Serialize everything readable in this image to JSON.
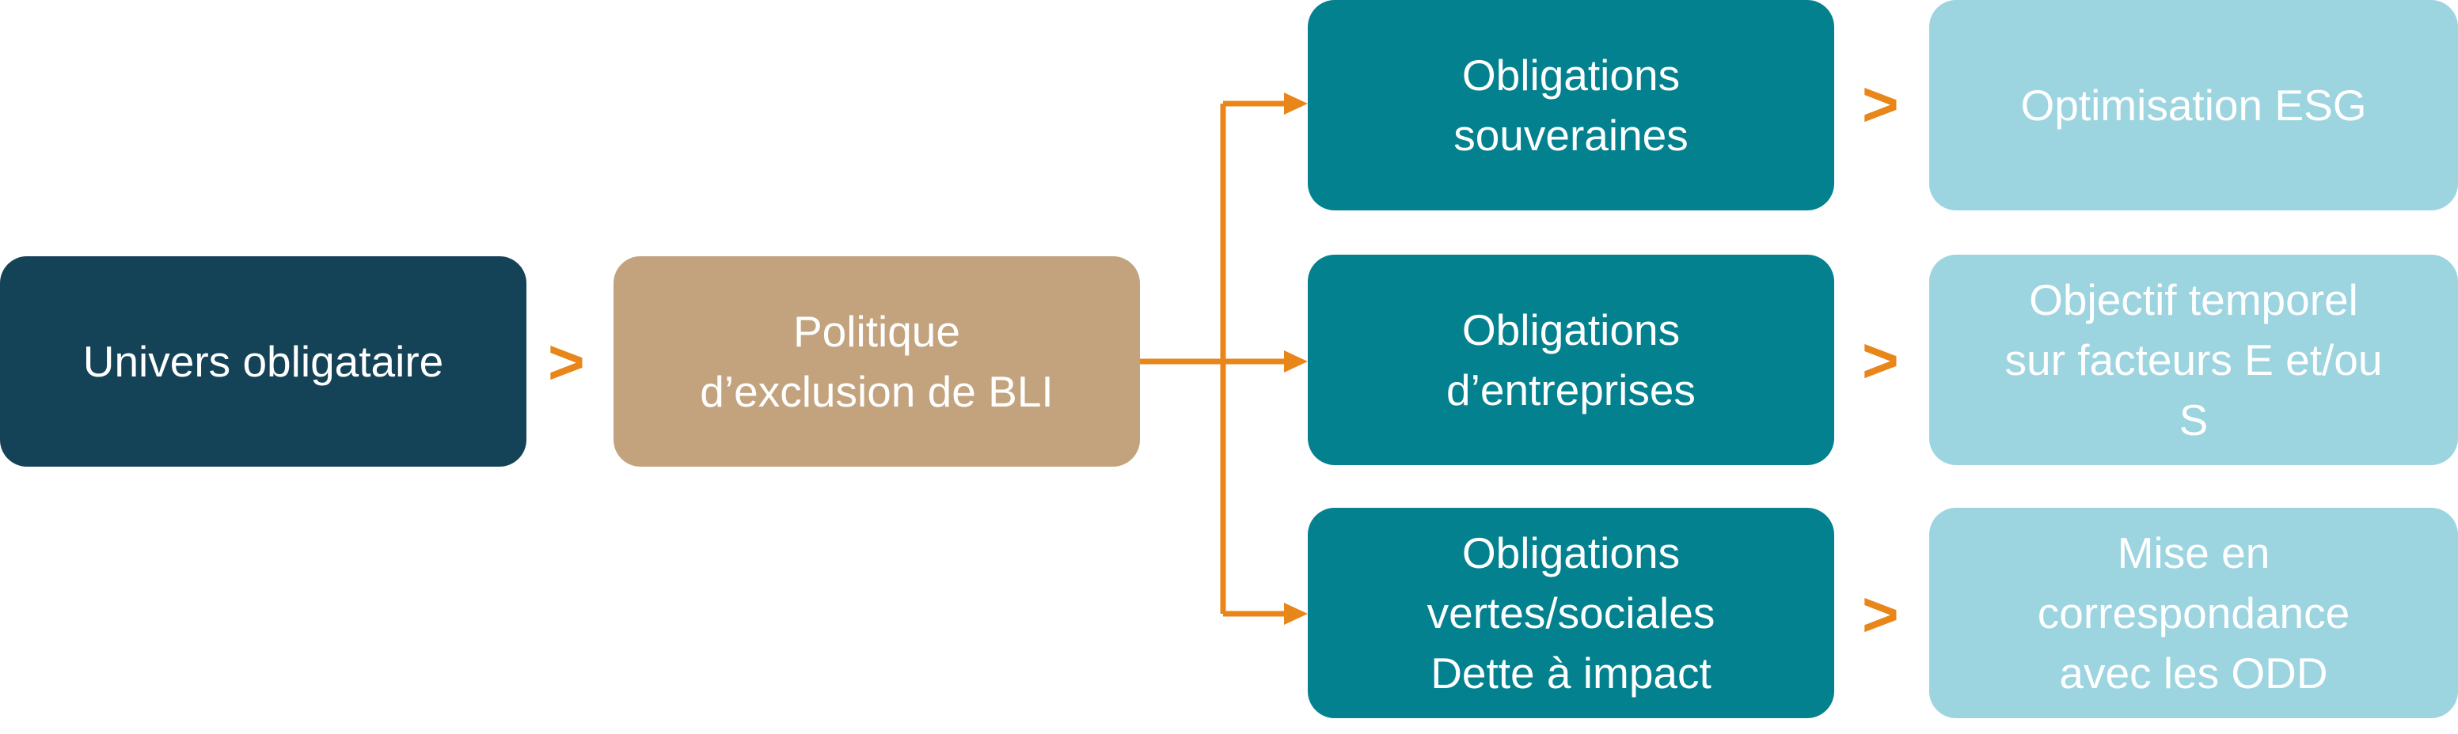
{
  "colors": {
    "dark_navy": "#144257",
    "tan": "#c2a37e",
    "teal": "#03818f",
    "light_blue": "#9cd4e0",
    "orange": "#e8861a",
    "text_white": "#ffffff"
  },
  "nodes": {
    "universe": "Univers obligataire",
    "exclusion": "Politique\nd’exclusion de BLI",
    "sovereign": "Obligations\nsouveraines",
    "corporate": "Obligations\nd’entreprises",
    "green": "Obligations\nvertes/sociales\nDette à impact",
    "esg": "Optimisation ESG",
    "temporal": "Objectif temporel\nsur facteurs E et/ou\nS",
    "sdg": "Mise en\ncorrespondance\navec les ODD"
  },
  "arrow_glyph": ">"
}
